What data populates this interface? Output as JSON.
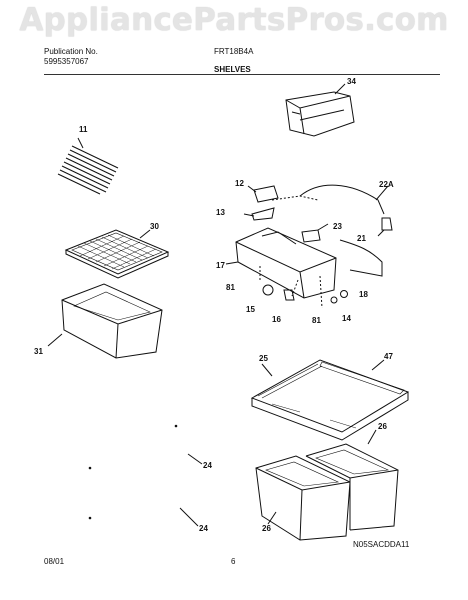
{
  "watermark": "AppliancePartsPros.com",
  "header": {
    "publication_label": "Publication No.",
    "publication_number": "5995357067",
    "model": "FRT18B4A",
    "section_title": "SHELVES"
  },
  "footer": {
    "date": "08/01",
    "page_number": "6",
    "diagram_code": "N05SACDDA11"
  },
  "part_callouts": [
    "11",
    "34",
    "12",
    "22A",
    "13",
    "30",
    "23",
    "21",
    "17",
    "81",
    "18",
    "15",
    "16",
    "81",
    "14",
    "31",
    "25",
    "47",
    "26",
    "24",
    "24",
    "26"
  ]
}
